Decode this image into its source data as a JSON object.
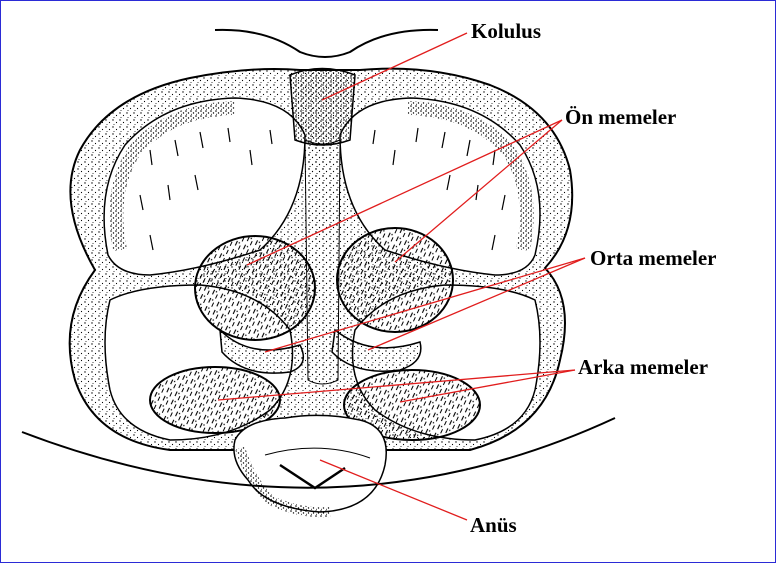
{
  "labels": {
    "kolulus": "Kolulus",
    "on_memeler": "Ön memeler",
    "orta_memeler": "Orta memeler",
    "arka_memeler": "Arka memeler",
    "anus": "Anüs"
  },
  "colors": {
    "border": "#2b2bd6",
    "leader_line": "#e11d1d",
    "ink": "#000000"
  }
}
